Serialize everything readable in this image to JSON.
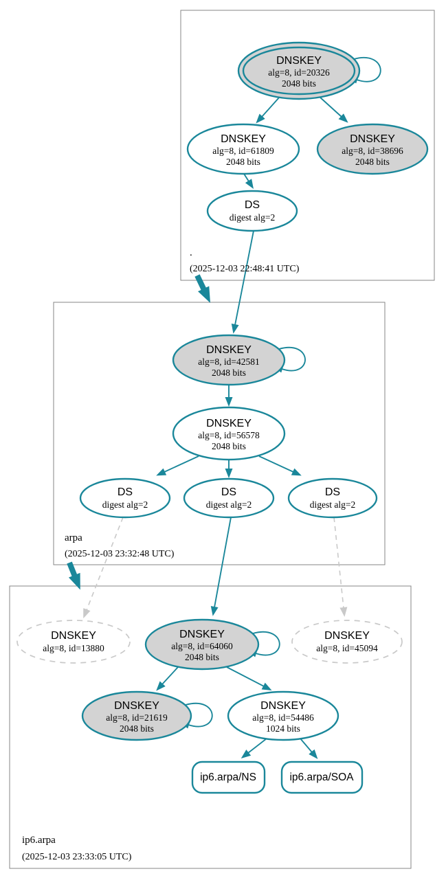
{
  "diagram_type": "dnssec-authentication-chain",
  "colors": {
    "accent_teal": "#1a879a",
    "node_fill_gray": "#d3d3d3",
    "node_fill_white": "#ffffff",
    "dashed_gray": "#c9c9c9",
    "zone_box_border": "#848484",
    "text": "#000000"
  },
  "zones": [
    {
      "label": ".",
      "timestamp": "(2025-12-03 22:48:41 UTC)",
      "nodes": {
        "ksk": {
          "title": "DNSKEY",
          "detail1": "alg=8, id=20326",
          "detail2": "2048 bits"
        },
        "zsk": {
          "title": "DNSKEY",
          "detail1": "alg=8, id=61809",
          "detail2": "2048 bits"
        },
        "ksk2": {
          "title": "DNSKEY",
          "detail1": "alg=8, id=38696",
          "detail2": "2048 bits"
        },
        "ds": {
          "title": "DS",
          "detail1": "digest alg=2"
        }
      }
    },
    {
      "label": "arpa",
      "timestamp": "(2025-12-03 23:32:48 UTC)",
      "nodes": {
        "ksk": {
          "title": "DNSKEY",
          "detail1": "alg=8, id=42581",
          "detail2": "2048 bits"
        },
        "zsk": {
          "title": "DNSKEY",
          "detail1": "alg=8, id=56578",
          "detail2": "2048 bits"
        },
        "ds1": {
          "title": "DS",
          "detail1": "digest alg=2"
        },
        "ds2": {
          "title": "DS",
          "detail1": "digest alg=2"
        },
        "ds3": {
          "title": "DS",
          "detail1": "digest alg=2"
        }
      }
    },
    {
      "label": "ip6.arpa",
      "timestamp": "(2025-12-03 23:33:05 UTC)",
      "nodes": {
        "missing_left": {
          "title": "DNSKEY",
          "detail1": "alg=8, id=13880"
        },
        "ksk": {
          "title": "DNSKEY",
          "detail1": "alg=8, id=64060",
          "detail2": "2048 bits"
        },
        "missing_right": {
          "title": "DNSKEY",
          "detail1": "alg=8, id=45094"
        },
        "ksk2": {
          "title": "DNSKEY",
          "detail1": "alg=8, id=21619",
          "detail2": "2048 bits"
        },
        "zsk": {
          "title": "DNSKEY",
          "detail1": "alg=8, id=54486",
          "detail2": "1024 bits"
        },
        "rrset_ns": {
          "label": "ip6.arpa/NS"
        },
        "rrset_soa": {
          "label": "ip6.arpa/SOA"
        }
      }
    }
  ]
}
